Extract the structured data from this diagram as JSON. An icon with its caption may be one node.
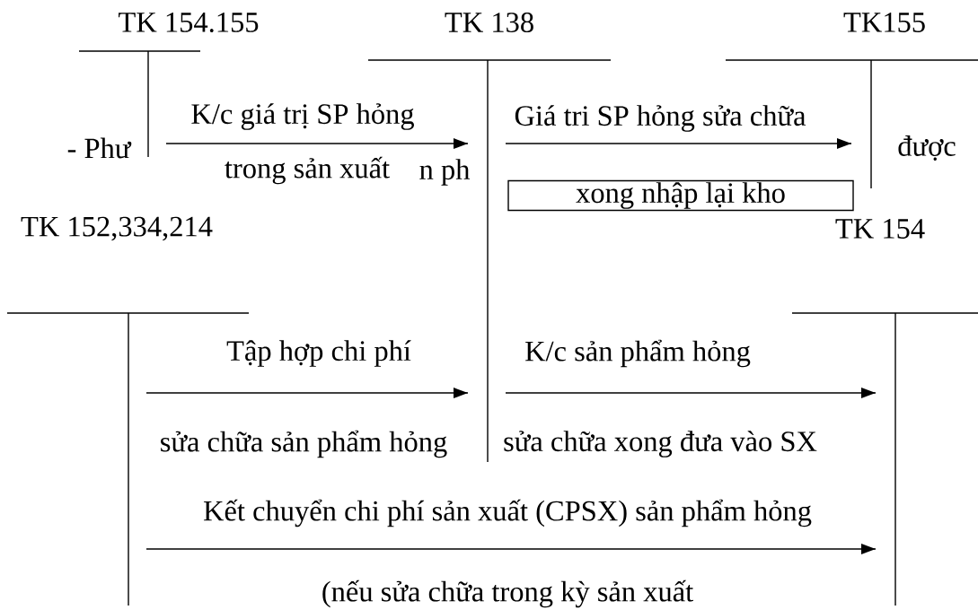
{
  "diagram": {
    "nodes": [
      {
        "text": [
          "TK 154.155"
        ]
      },
      {
        "text": [
          "TK 138"
        ]
      },
      {
        "text": [
          "TK155"
        ]
      },
      {
        "text": [
          "TK 152,334,214"
        ]
      },
      {
        "text": [
          "TK 154"
        ]
      },
      {
        "text": [
          "xong nhập lại kho"
        ]
      }
    ],
    "edges": [
      {
        "from": 0,
        "to": 1,
        "arrow": "to",
        "label": "K/c giá trị SP hỏng"
      },
      {
        "from": 1,
        "to": 2,
        "arrow": "to",
        "label": "Giá tri SP hỏng sửa chữa"
      },
      {
        "from": 3,
        "to": 1,
        "arrow": "to",
        "label": "Tập hợp chi phí"
      },
      {
        "from": 1,
        "to": 4,
        "arrow": "to",
        "label": "K/c sản phẩm hỏng"
      },
      {
        "from": 3,
        "to": 4,
        "arrow": "to",
        "label": "Kết chuyển chi phí sản xuất (CPSX)  sản phẩm hỏng"
      }
    ],
    "labels": [
      "- Phư",
      "trong sản xuất",
      "n ph",
      "được",
      "sửa chữa sản phẩm hỏng",
      "sửa chữa xong đưa vào SX",
      "(nếu sửa chữa trong kỳ sản xuất"
    ]
  }
}
